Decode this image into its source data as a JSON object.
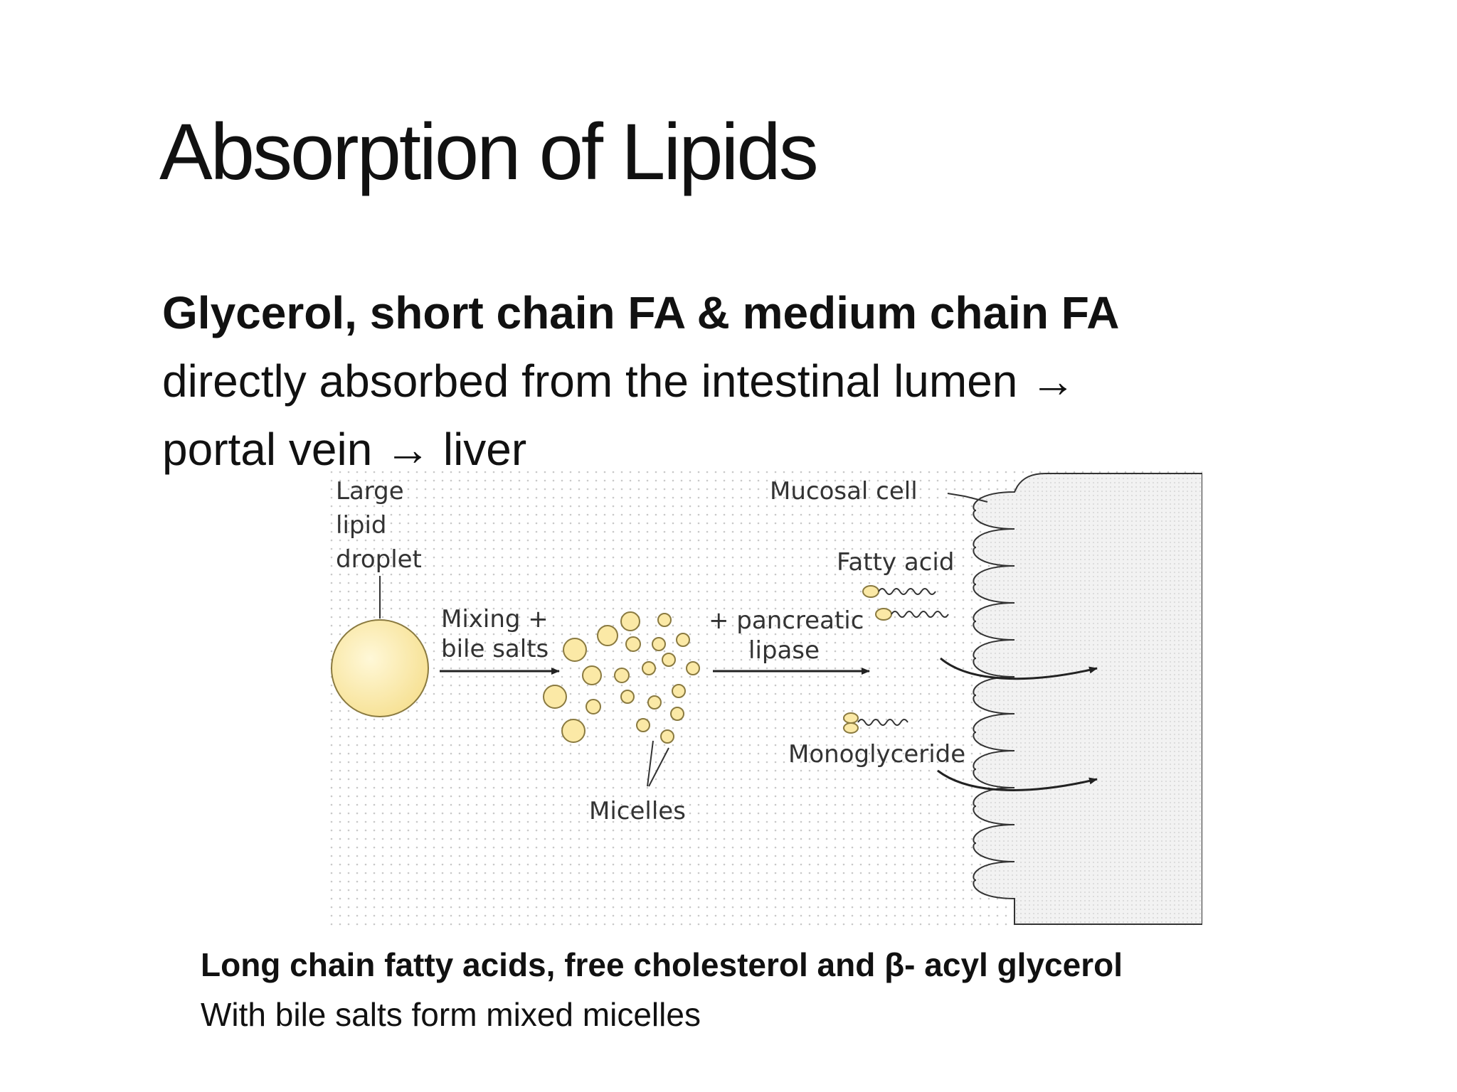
{
  "slide": {
    "title": "Absorption of Lipids",
    "intro": {
      "bold_line": "Glycerol, short chain FA & medium chain FA",
      "line2": "directly absorbed from the intestinal  lumen →",
      "line3": "portal vein → liver"
    },
    "footer": {
      "bold_line": "Long chain fatty acids, free cholesterol  and β- acyl glycerol",
      "line2": "With bile salts  form mixed micelles"
    }
  },
  "diagram": {
    "labels": {
      "large_droplet": [
        "Large",
        "lipid",
        "droplet"
      ],
      "mixing": [
        "Mixing +",
        "bile salts"
      ],
      "lipase": [
        "+ pancreatic",
        "lipase"
      ],
      "micelles": "Micelles",
      "mucosal_cell": "Mucosal cell",
      "fatty_acid": "Fatty acid",
      "monoglyceride": "Monoglyceride"
    },
    "colors": {
      "droplet_fill": "#fbe9a6",
      "droplet_stroke": "#8a7a40",
      "line": "#222222",
      "dot_grid": "#c8c8c8"
    }
  }
}
